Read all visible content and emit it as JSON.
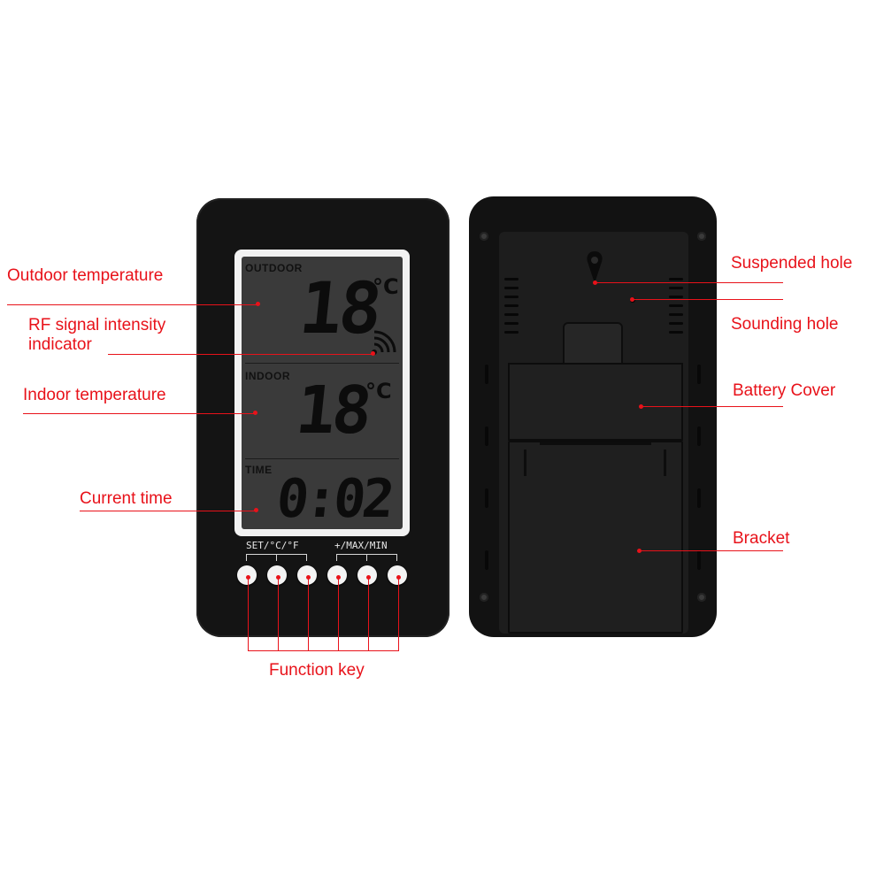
{
  "labels": {
    "outdoor_temperature": "Outdoor temperature",
    "rf_signal_line1": "RF signal intensity",
    "rf_signal_line2": "indicator",
    "indoor_temperature": "Indoor temperature",
    "current_time": "Current time",
    "function_key": "Function key",
    "suspended_hole": "Suspended hole",
    "sounding_hole": "Sounding hole",
    "battery_cover": "Battery Cover",
    "bracket": "Bracket"
  },
  "display": {
    "outdoor_title": "OUTDOOR",
    "outdoor_value": "18",
    "outdoor_unit": "°C",
    "indoor_title": "INDOOR",
    "indoor_value": "18",
    "indoor_unit": "°C",
    "time_title": "TIME",
    "time_value": "0:02"
  },
  "keys": {
    "left_group_label": "SET/°C/°F",
    "right_group_label": "+/MAX/MIN"
  },
  "colors": {
    "annotation": "#e8121a",
    "device_body": "#141414",
    "lcd_background": "#3a3a3a"
  }
}
